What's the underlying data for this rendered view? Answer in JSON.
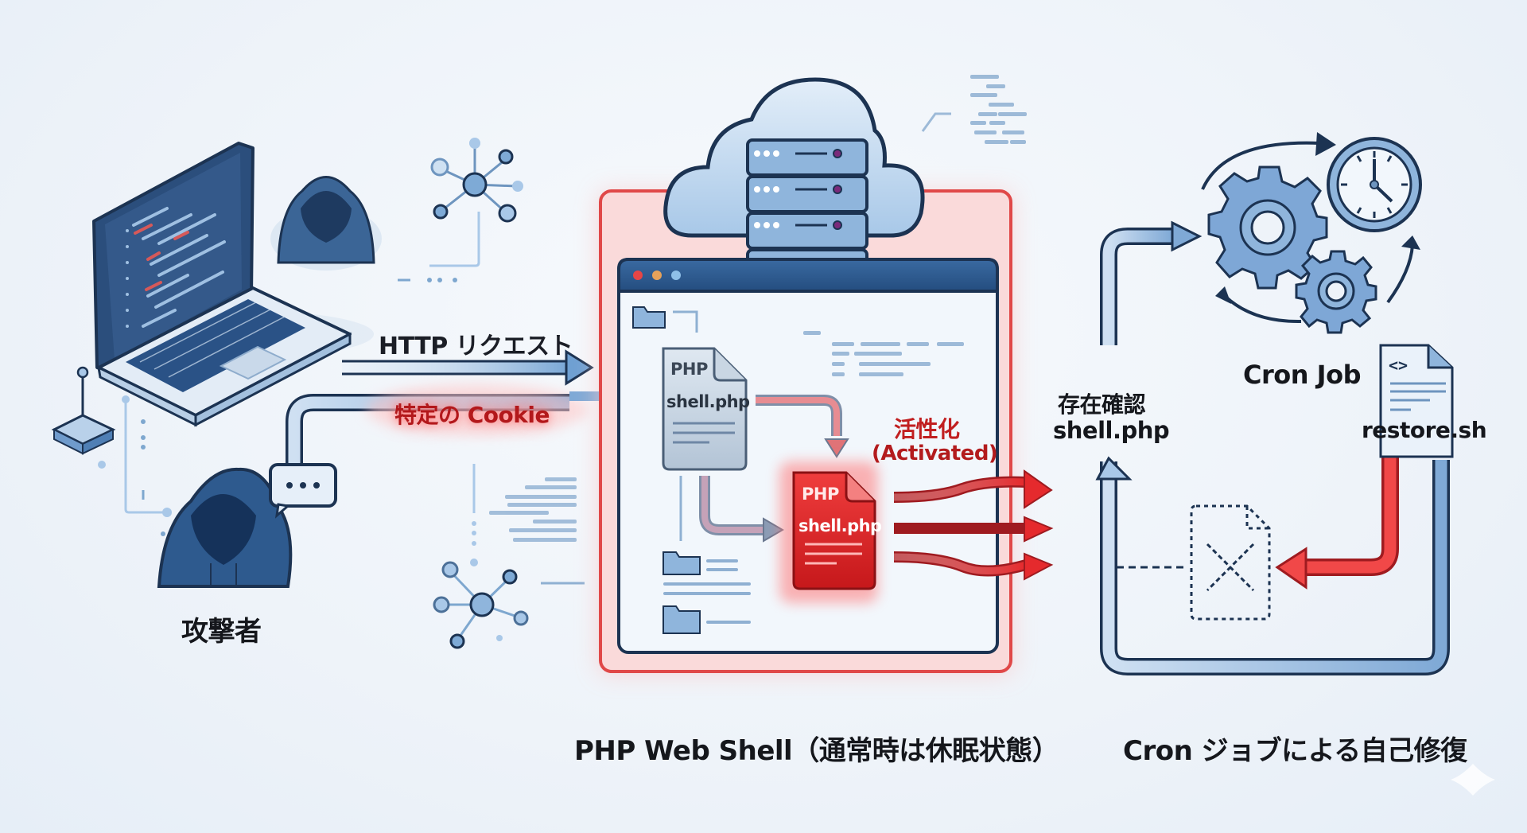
{
  "attacker": {
    "label": "攻撃者",
    "icons": [
      "laptop-icon",
      "hooded-hacker-icon",
      "chat-bubble-icon",
      "network-node-icon",
      "stacked-device-icon"
    ]
  },
  "requests": {
    "http_label": "HTTP リクエスト",
    "cookie_label": "特定の Cookie"
  },
  "server": {
    "icons": [
      "cloud-icon",
      "server-rack-icon",
      "browser-window-icon",
      "folder-icon"
    ],
    "dormant_file": {
      "type_label": "PHP",
      "name": "shell.php"
    },
    "active_file": {
      "type_label": "PHP",
      "name": "shell.php"
    },
    "activated_label_jp": "活性化",
    "activated_label_en": "(Activated)",
    "caption": "PHP Web Shell（通常時は休眠状態）"
  },
  "cron": {
    "check_label_jp": "存在確認",
    "check_label_file": "shell.php",
    "job_label": "Cron Job",
    "script_name": "restore.sh",
    "icons": [
      "gear-icon",
      "clock-icon",
      "deleted-file-icon",
      "script-file-icon"
    ],
    "caption": "Cron ジョブによる自己修復"
  },
  "colors": {
    "primary_blue": "#2f5f96",
    "light_blue": "#a9c8e8",
    "outline_navy": "#1c3352",
    "alert_red": "#e0292b",
    "glow_red": "#f4a3a3",
    "background": "#eef3f9"
  }
}
